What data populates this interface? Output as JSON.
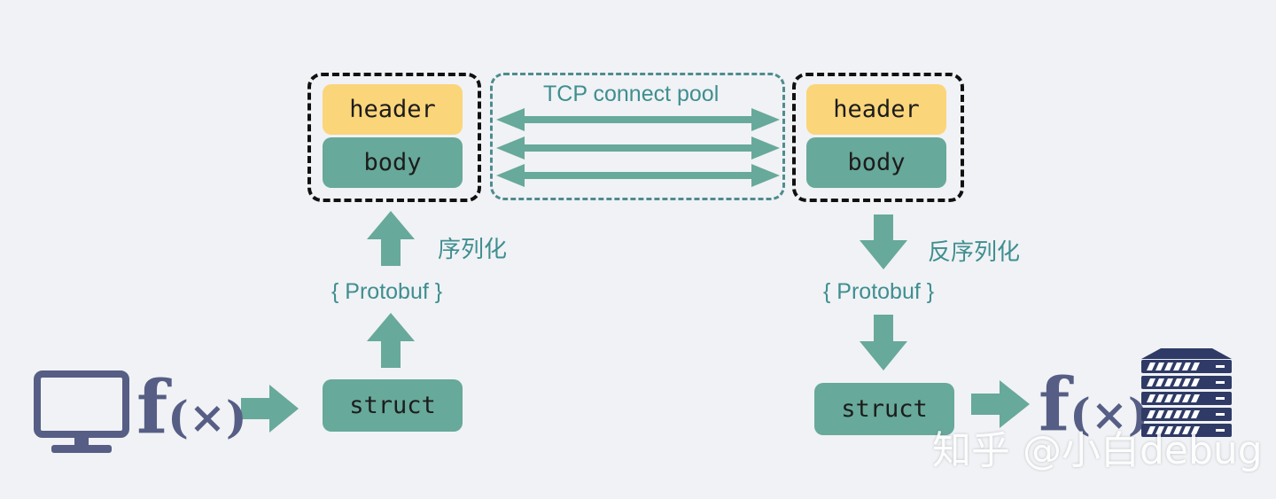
{
  "boxes": {
    "header_label": "header",
    "body_label": "body",
    "struct_label": "struct"
  },
  "labels": {
    "tcp_pool": "TCP connect pool",
    "serialize": "序列化",
    "deserialize": "反序列化",
    "protobuf": "{ Protobuf }"
  },
  "fx": {
    "f": "f",
    "args": "(×)"
  },
  "watermark": "知乎 @小白debug",
  "colors": {
    "header_fill": "#fbd57a",
    "body_fill": "#67a99a",
    "arrow": "#67a99a",
    "label_text": "#3f8e90",
    "icon": "#565e85",
    "background": "#f0f2f5"
  },
  "icons": [
    "monitor-icon",
    "server-rack-icon"
  ]
}
